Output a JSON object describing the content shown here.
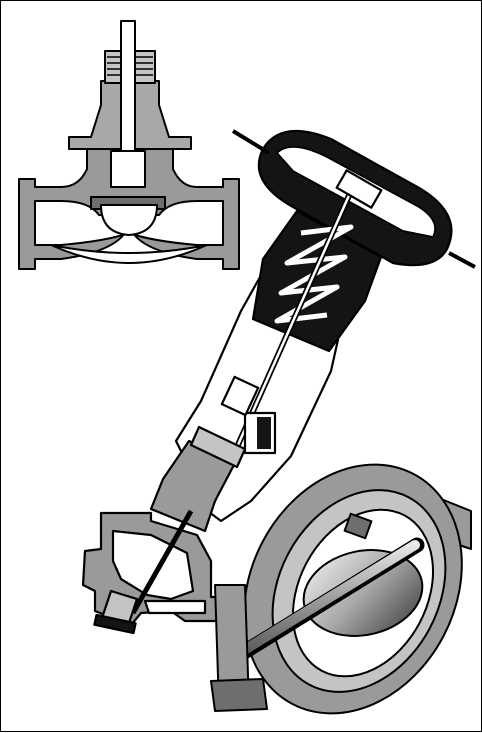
{
  "figure": {
    "colors": {
      "outline": "#000000",
      "metal_light": "#c4c4c4",
      "metal_mid": "#9a9a9a",
      "metal_dark": "#6e6e6e",
      "diaphragm_black": "#141414",
      "cavity_white": "#ffffff"
    },
    "parts": [
      "globe-valve-cutaway",
      "actuated-angle-valve-cutaway",
      "butterfly-valve-cutaway"
    ]
  }
}
